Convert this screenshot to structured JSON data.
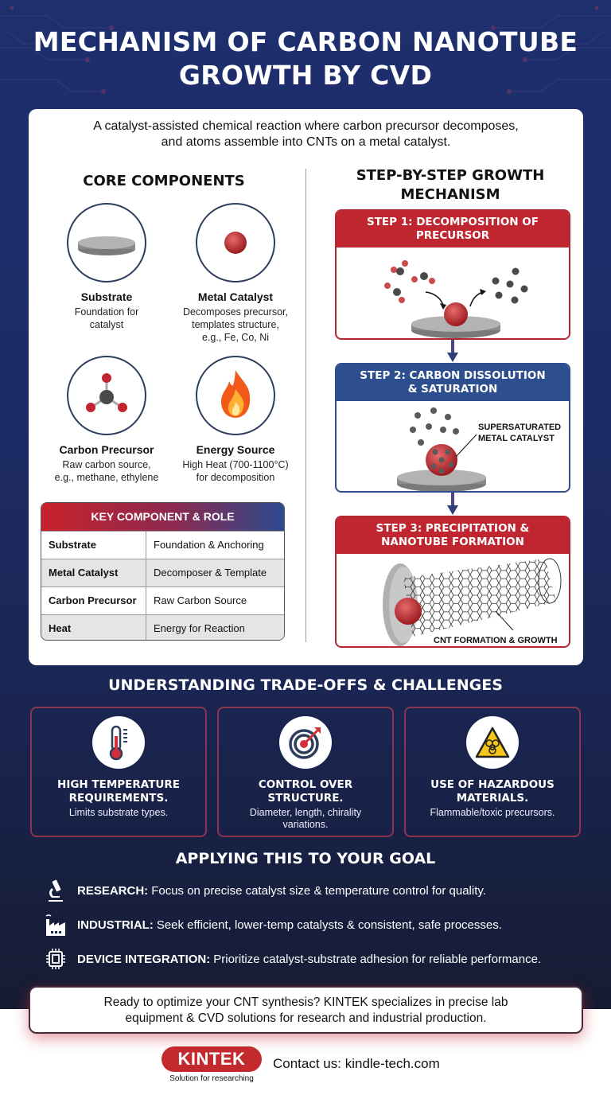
{
  "header": {
    "title_line1": "MECHANISM OF CARBON NANOTUBE",
    "title_line2": "GROWTH BY CVD"
  },
  "intro": {
    "line1": "A catalyst-assisted chemical reaction where carbon precursor decomposes,",
    "line2": "and atoms assemble into CNTs on a metal catalyst."
  },
  "core_components": {
    "title": "CORE COMPONENTS",
    "items": [
      {
        "icon": "substrate-disc-icon",
        "name": "Substrate",
        "desc_lines": [
          "Foundation for",
          "catalyst"
        ]
      },
      {
        "icon": "catalyst-sphere-icon",
        "name": "Metal Catalyst",
        "desc_lines": [
          "Decomposes precursor,",
          "templates structure,",
          "e.g., Fe, Co, Ni"
        ]
      },
      {
        "icon": "molecule-icon",
        "name": "Carbon Precursor",
        "desc_lines": [
          "Raw carbon source,",
          "e.g., methane, ethylene"
        ]
      },
      {
        "icon": "flame-icon",
        "name": "Energy Source",
        "desc_lines": [
          "High Heat (700-1100°C)",
          "for decomposition"
        ]
      }
    ]
  },
  "key_table": {
    "header": "KEY COMPONENT & ROLE",
    "rows": [
      {
        "component": "Substrate",
        "role": "Foundation & Anchoring"
      },
      {
        "component": "Metal Catalyst",
        "role": "Decomposer & Template"
      },
      {
        "component": "Carbon Precursor",
        "role": "Raw Carbon Source"
      },
      {
        "component": "Heat",
        "role": "Energy for Reaction"
      }
    ]
  },
  "steps": {
    "title_line1": "STEP-BY-STEP GROWTH",
    "title_line2": "MECHANISM",
    "items": [
      {
        "line1": "STEP 1: DECOMPOSITION OF",
        "line2": "PRECURSOR",
        "color": "#c0262f"
      },
      {
        "line1": "STEP 2: CARBON DISSOLUTION",
        "line2": "& SATURATION",
        "color": "#2e4f8f",
        "label_line1": "SUPERSATURATED",
        "label_line2": "METAL CATALYST"
      },
      {
        "line1": "STEP 3: PRECIPITATION &",
        "line2": "NANOTUBE FORMATION",
        "color": "#c0262f",
        "label": "CNT FORMATION & GROWTH"
      }
    ]
  },
  "tradeoffs": {
    "title": "UNDERSTANDING TRADE-OFFS & CHALLENGES",
    "items": [
      {
        "icon": "thermometer-icon",
        "title_line1": "HIGH TEMPERATURE",
        "title_line2": "REQUIREMENTS.",
        "desc_line1": "Limits substrate types.",
        "desc_line2": ""
      },
      {
        "icon": "target-icon",
        "title_line1": "CONTROL OVER",
        "title_line2": "STRUCTURE.",
        "desc_line1": "Diameter, length, chirality",
        "desc_line2": "variations."
      },
      {
        "icon": "biohazard-icon",
        "title_line1": "USE OF HAZARDOUS",
        "title_line2": "MATERIALS.",
        "desc_line1": "Flammable/toxic precursors.",
        "desc_line2": ""
      }
    ]
  },
  "goals": {
    "title": "APPLYING THIS TO YOUR GOAL",
    "items": [
      {
        "icon": "microscope-icon",
        "label": "RESEARCH:",
        "text": "Focus on precise catalyst size & temperature control for quality."
      },
      {
        "icon": "factory-icon",
        "label": "INDUSTRIAL:",
        "text": "Seek efficient, lower-temp catalysts & consistent, safe processes."
      },
      {
        "icon": "chip-icon",
        "label": "DEVICE INTEGRATION:",
        "text": "Prioritize catalyst-substrate adhesion for reliable performance."
      }
    ]
  },
  "cta": {
    "line1": "Ready to optimize your CNT synthesis? KINTEK specializes in precise lab",
    "line2": "equipment & CVD solutions for research and industrial production."
  },
  "footer": {
    "logo": "KINTEK",
    "tagline": "Solution for researching",
    "contact": "Contact us: kindle-tech.com"
  },
  "colors": {
    "navy_bg": "#1e2f6e",
    "red_accent": "#c0262f",
    "blue_accent": "#2e4f8f"
  }
}
